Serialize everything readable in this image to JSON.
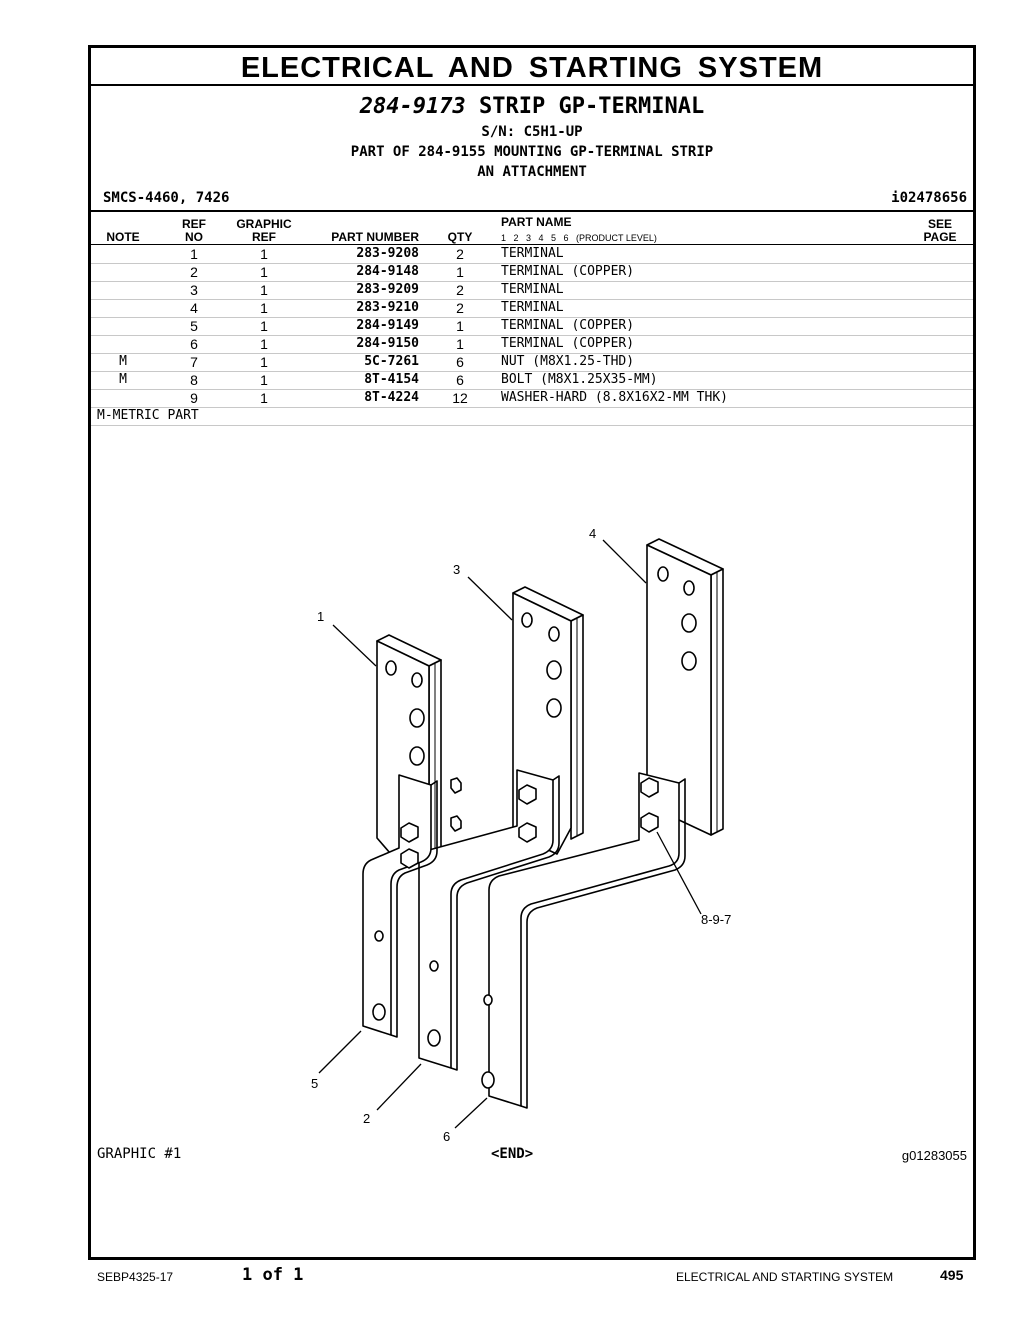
{
  "header": {
    "section_title": "ELECTRICAL AND STARTING SYSTEM",
    "group_part_number": "284-9173",
    "group_name": "STRIP GP-TERMINAL",
    "serial": "S/N: C5H1-UP",
    "part_of": "PART OF 284-9155 MOUNTING GP-TERMINAL STRIP",
    "attachment": "AN ATTACHMENT",
    "smcs": "SMCS-4460, 7426",
    "illustration_id": "i02478656"
  },
  "columns": {
    "note": "NOTE",
    "ref_top": "REF",
    "ref_bottom": "NO",
    "graphic_top": "GRAPHIC",
    "graphic_bottom": "REF",
    "part_number": "PART NUMBER",
    "qty": "QTY",
    "part_name": "PART NAME",
    "levels": "1   2   3   4   5   6   (PRODUCT LEVEL)",
    "see_top": "SEE",
    "see_bottom": "PAGE"
  },
  "parts": [
    {
      "note": "",
      "ref": "1",
      "gref": "1",
      "part": "283-9208",
      "qty": "2",
      "name": "TERMINAL"
    },
    {
      "note": "",
      "ref": "2",
      "gref": "1",
      "part": "284-9148",
      "qty": "1",
      "name": "TERMINAL (COPPER)"
    },
    {
      "note": "",
      "ref": "3",
      "gref": "1",
      "part": "283-9209",
      "qty": "2",
      "name": "TERMINAL"
    },
    {
      "note": "",
      "ref": "4",
      "gref": "1",
      "part": "283-9210",
      "qty": "2",
      "name": "TERMINAL"
    },
    {
      "note": "",
      "ref": "5",
      "gref": "1",
      "part": "284-9149",
      "qty": "1",
      "name": "TERMINAL (COPPER)"
    },
    {
      "note": "",
      "ref": "6",
      "gref": "1",
      "part": "284-9150",
      "qty": "1",
      "name": "TERMINAL (COPPER)"
    },
    {
      "note": "M",
      "ref": "7",
      "gref": "1",
      "part": "5C-7261",
      "qty": "6",
      "name": "NUT (M8X1.25-THD)"
    },
    {
      "note": "M",
      "ref": "8",
      "gref": "1",
      "part": "8T-4154",
      "qty": "6",
      "name": "BOLT (M8X1.25X35-MM)"
    },
    {
      "note": "",
      "ref": "9",
      "gref": "1",
      "part": "8T-4224",
      "qty": "12",
      "name": "WASHER-HARD (8.8X16X2-MM THK)"
    }
  ],
  "footnote": "M-METRIC PART",
  "graphic": {
    "label": "GRAPHIC #1",
    "end": "<END>",
    "id": "g01283055",
    "callouts": [
      "1",
      "2",
      "3",
      "4",
      "5",
      "6",
      "8-9-7"
    ]
  },
  "footer": {
    "document": "SEBP4325-17",
    "page_of": "1 of 1",
    "section": "ELECTRICAL AND STARTING SYSTEM",
    "page_number": "495"
  }
}
